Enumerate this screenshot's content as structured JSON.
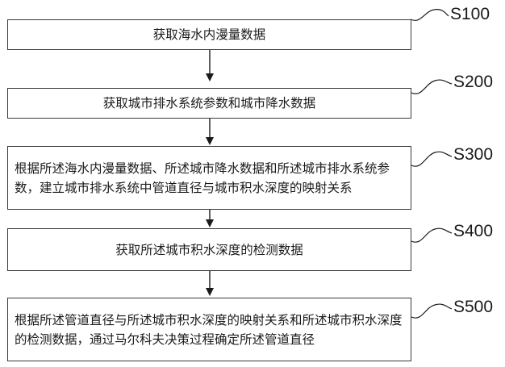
{
  "steps": [
    {
      "id": "S100",
      "text": "获取海水内漫量数据"
    },
    {
      "id": "S200",
      "text": "获取城市排水系统参数和城市降水数据"
    },
    {
      "id": "S300",
      "text": "根据所述海水内漫量数据、所述城市降水数据和所述城市排水系统参数，建立城市排水系统中管道直径与城市积水深度的映射关系"
    },
    {
      "id": "S400",
      "text": "获取所述城市积水深度的检测数据"
    },
    {
      "id": "S500",
      "text": "根据所述管道直径与所述城市积水深度的映射关系和所述城市积水深度的检测数据，通过马尔科夫决策过程确定所述管道直径"
    }
  ]
}
